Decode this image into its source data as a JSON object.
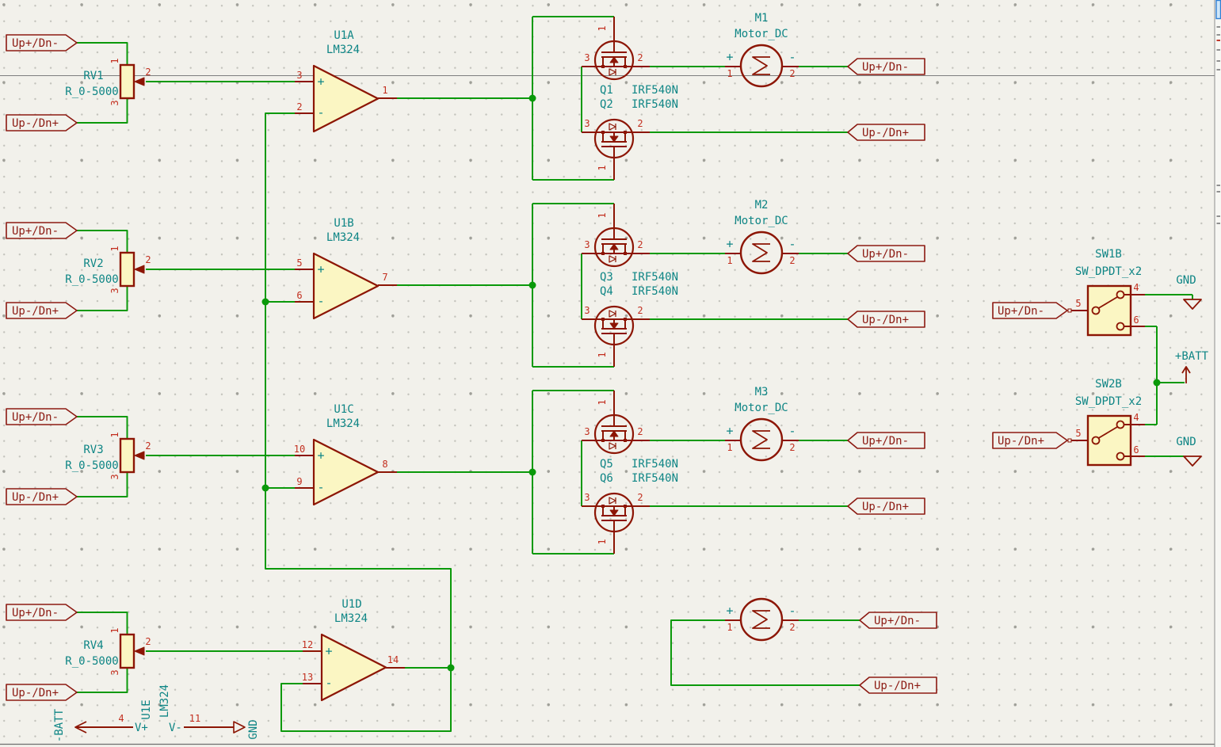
{
  "schematic": {
    "shared_labels": {
      "up_plus": "Up+/Dn-",
      "up_minus": "Up-/Dn+"
    },
    "pots": [
      {
        "ref": "RV1",
        "value": "R_0-5000"
      },
      {
        "ref": "RV2",
        "value": "R_0-5000"
      },
      {
        "ref": "RV3",
        "value": "R_0-5000"
      },
      {
        "ref": "RV4",
        "value": "R_0-5000"
      }
    ],
    "pot_pins": {
      "one": "1",
      "two": "2",
      "three": "3"
    },
    "opamps": [
      {
        "ref": "U1A",
        "value": "LM324",
        "pin_plus": "3",
        "pin_minus": "2",
        "pin_out": "1"
      },
      {
        "ref": "U1B",
        "value": "LM324",
        "pin_plus": "5",
        "pin_minus": "6",
        "pin_out": "7"
      },
      {
        "ref": "U1C",
        "value": "LM324",
        "pin_plus": "10",
        "pin_minus": "9",
        "pin_out": "8"
      },
      {
        "ref": "U1D",
        "value": "LM324",
        "pin_plus": "12",
        "pin_minus": "13",
        "pin_out": "14"
      }
    ],
    "signs": {
      "plus": "+",
      "minus": "-"
    },
    "mosfet_pins": {
      "gate": "3",
      "side": "2",
      "rail": "1"
    },
    "blocks": [
      {
        "q_upper": {
          "ref": "Q1",
          "value": "IRF540N"
        },
        "q_lower": {
          "ref": "Q2",
          "value": "IRF540N"
        },
        "motor": {
          "ref": "M1",
          "value": "Motor_DC"
        }
      },
      {
        "q_upper": {
          "ref": "Q3",
          "value": "IRF540N"
        },
        "q_lower": {
          "ref": "Q4",
          "value": "IRF540N"
        },
        "motor": {
          "ref": "M2",
          "value": "Motor_DC"
        }
      },
      {
        "q_upper": {
          "ref": "Q5",
          "value": "IRF540N"
        },
        "q_lower": {
          "ref": "Q6",
          "value": "IRF540N"
        },
        "motor": {
          "ref": "M3",
          "value": "Motor_DC"
        }
      }
    ],
    "motor_pins": {
      "plus": "+",
      "minus": "-",
      "one": "1",
      "two": "2"
    },
    "switches": [
      {
        "ref": "SW1B",
        "value": "SW_DPDT_x2",
        "label": "Up+/Dn-",
        "pin_in": "5",
        "pin_top": "4",
        "pin_bottom": "6",
        "net": "GND"
      },
      {
        "ref": "SW2B",
        "value": "SW_DPDT_x2",
        "label": "Up-/Dn+",
        "pin_in": "5",
        "pin_top": "4",
        "pin_bottom": "6",
        "net": "GND"
      }
    ],
    "batt_net": "+BATT",
    "power_unit": {
      "ref": "U1E",
      "value": "LM324",
      "pin_vplus": "4",
      "vplus": "V+",
      "net_vplus": "-BATT",
      "pin_vminus": "11",
      "vminus": "V-",
      "net_vminus": "GND"
    }
  }
}
